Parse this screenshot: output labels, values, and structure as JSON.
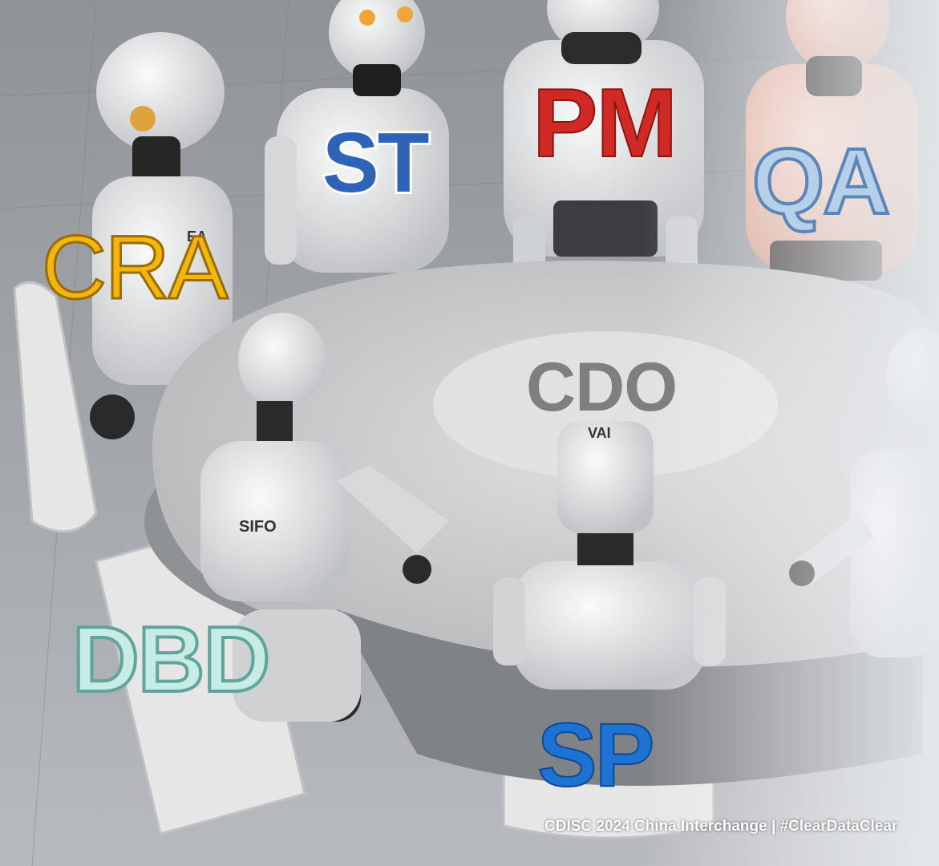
{
  "labels": {
    "pm": "PM",
    "st": "ST",
    "qa": "QA",
    "cra": "CRA",
    "cdo": "CDO",
    "dbd": "DBD",
    "sp": "SP"
  },
  "robot_marks": {
    "sifo": "SIFO",
    "vai": "VAI",
    "cra_chest": "EA"
  },
  "footer": {
    "caption": "CDISC 2024 China Interchange | #ClearDataClear"
  },
  "colors": {
    "pm": "#cf2a25",
    "st": "#2f63b8",
    "qa": "#b7d0ea",
    "cra": "#f2b70e",
    "cdo": "#7f7f7f",
    "dbd": "#c7ece6",
    "sp": "#1d72d2"
  }
}
